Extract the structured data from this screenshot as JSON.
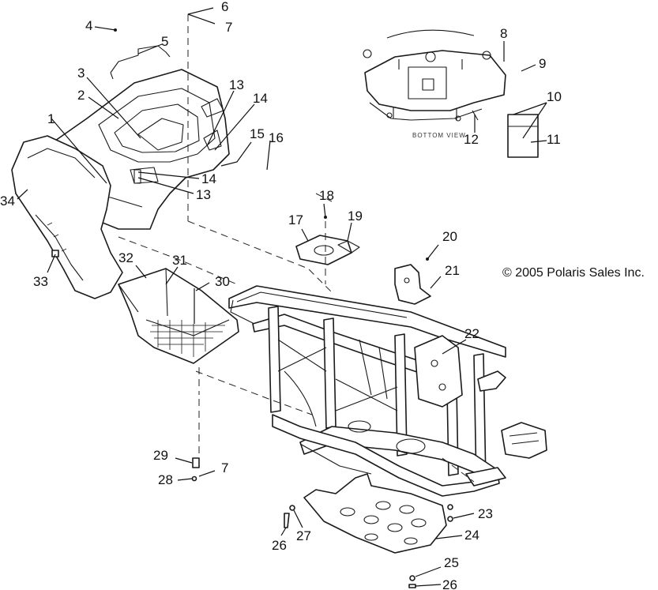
{
  "diagram": {
    "copyright": "© 2005 Polaris Sales Inc.",
    "bottom_view_text": "BOTTOM VIEW",
    "callouts": [
      {
        "id": "c1",
        "text": "1"
      },
      {
        "id": "c2",
        "text": "2"
      },
      {
        "id": "c3",
        "text": "3"
      },
      {
        "id": "c4",
        "text": "4"
      },
      {
        "id": "c5",
        "text": "5"
      },
      {
        "id": "c6",
        "text": "6"
      },
      {
        "id": "c7a",
        "text": "7"
      },
      {
        "id": "c8",
        "text": "8"
      },
      {
        "id": "c9",
        "text": "9"
      },
      {
        "id": "c10",
        "text": "10"
      },
      {
        "id": "c11",
        "text": "11"
      },
      {
        "id": "c12",
        "text": "12"
      },
      {
        "id": "c13a",
        "text": "13"
      },
      {
        "id": "c14a",
        "text": "14"
      },
      {
        "id": "c15",
        "text": "15"
      },
      {
        "id": "c16",
        "text": "16"
      },
      {
        "id": "c14b",
        "text": "14"
      },
      {
        "id": "c13b",
        "text": "13"
      },
      {
        "id": "c34",
        "text": "34"
      },
      {
        "id": "c17",
        "text": "17"
      },
      {
        "id": "c18",
        "text": "18"
      },
      {
        "id": "c19",
        "text": "19"
      },
      {
        "id": "c20",
        "text": "20"
      },
      {
        "id": "c21",
        "text": "21"
      },
      {
        "id": "c33",
        "text": "33"
      },
      {
        "id": "c32",
        "text": "32"
      },
      {
        "id": "c31",
        "text": "31"
      },
      {
        "id": "c30",
        "text": "30"
      },
      {
        "id": "c22",
        "text": "22"
      },
      {
        "id": "c29",
        "text": "29"
      },
      {
        "id": "c7b",
        "text": "7"
      },
      {
        "id": "c28",
        "text": "28"
      },
      {
        "id": "c23",
        "text": "23"
      },
      {
        "id": "c24",
        "text": "24"
      },
      {
        "id": "c26a",
        "text": "26"
      },
      {
        "id": "c27",
        "text": "27"
      },
      {
        "id": "c25",
        "text": "25"
      },
      {
        "id": "c26b",
        "text": "26"
      }
    ]
  }
}
